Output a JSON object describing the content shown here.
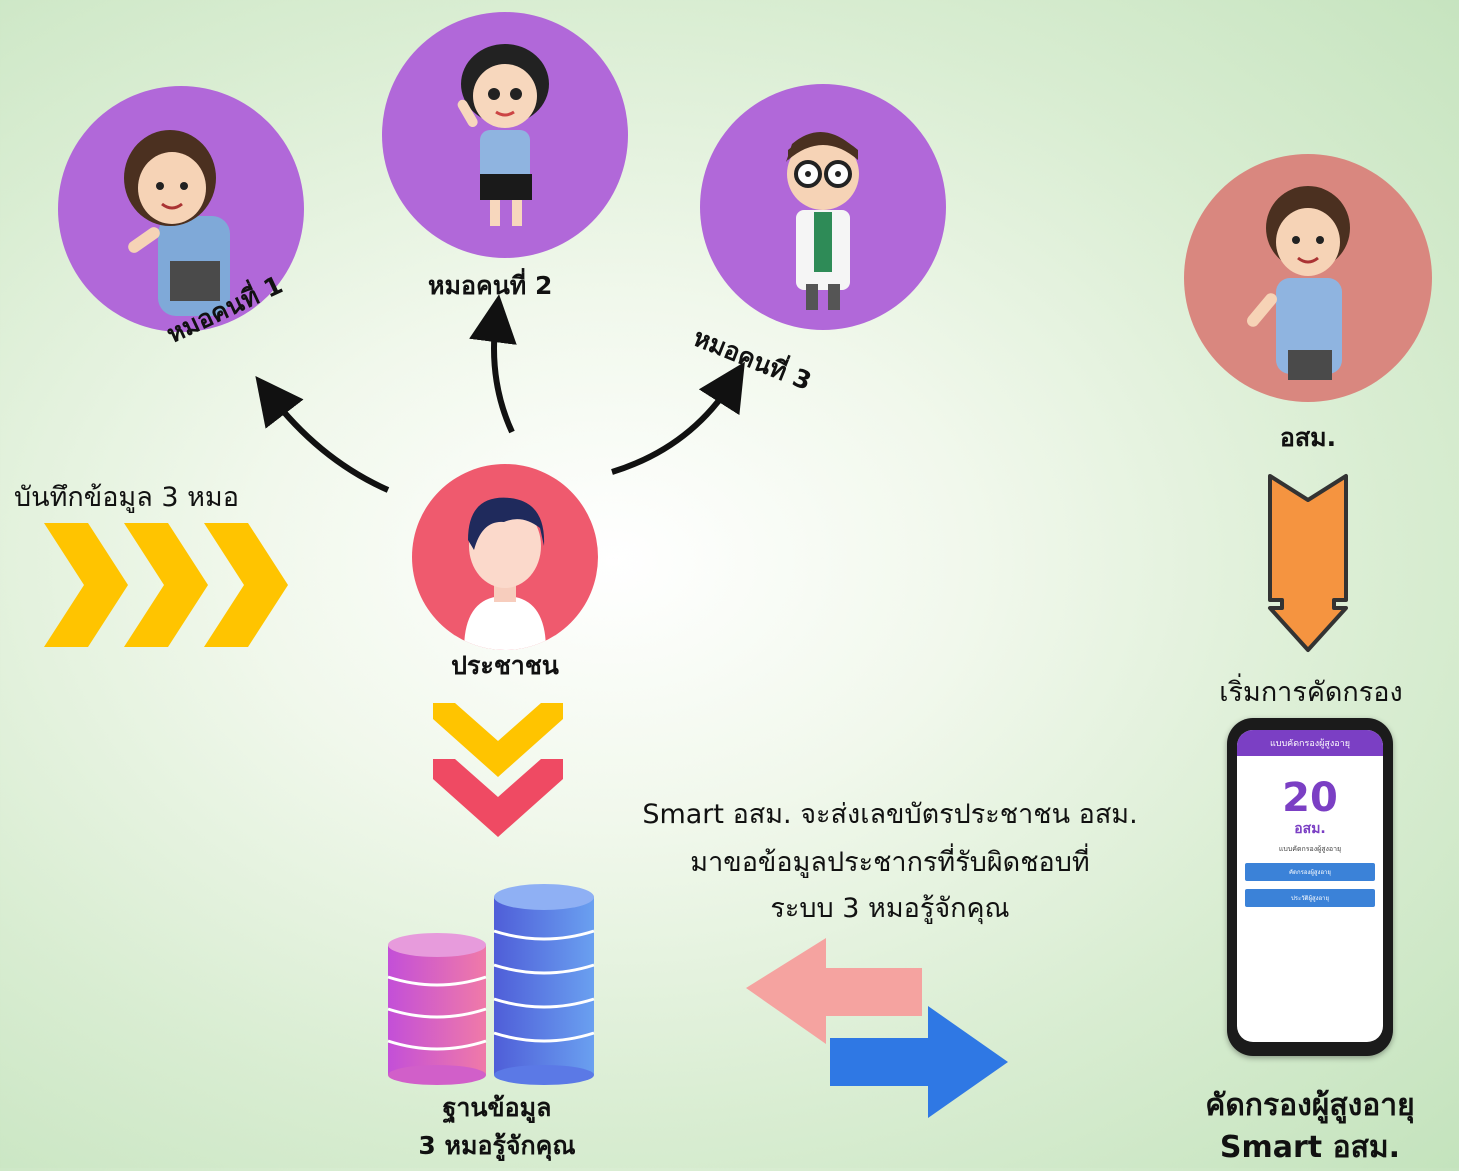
{
  "doctors": [
    {
      "label": "หมอคนที่ 1"
    },
    {
      "label": "หมอคนที่ 2"
    },
    {
      "label": "หมอคนที่ 3"
    }
  ],
  "citizen": {
    "label": "ประชาชน"
  },
  "record_label": "บันทึกข้อมูล 3 หมอ",
  "database": {
    "line1": "ฐานข้อมูล",
    "line2": "3 หมอรู้จักคุณ"
  },
  "smart_note": {
    "line1": "Smart อสม. จะส่งเลขบัตรประชาชน อสม.",
    "line2": "มาขอข้อมูลประชากรที่รับผิดชอบที่",
    "line3": "ระบบ 3 หมอรู้จักคุณ"
  },
  "osm": {
    "label": "อสม."
  },
  "start_screening": "เริ่มการคัดกรอง",
  "screening": {
    "line1": "คัดกรองผู้สูงอายุ",
    "line2": "Smart อสม."
  },
  "phone_app": {
    "title": "แบบคัดกรองผู้สูงอายุ",
    "logo_number": "20",
    "logo_text": "อสม.",
    "subtitle": "แบบคัดกรองผู้สูงอายุ",
    "buttons": [
      "คัดกรองผู้สูงอายุ",
      "ประวัติผู้สูงอายุ"
    ]
  },
  "colors": {
    "doctor_circle": "#b168d9",
    "osm_circle": "#d9877f",
    "citizen_circle": "#ef5a6e",
    "chevron_yellow": "#ffc400",
    "chevron_red": "#ef4a63",
    "arrow_orange": "#f59440",
    "arrow_pink": "#f5a3a0",
    "arrow_blue": "#2f78e4"
  }
}
